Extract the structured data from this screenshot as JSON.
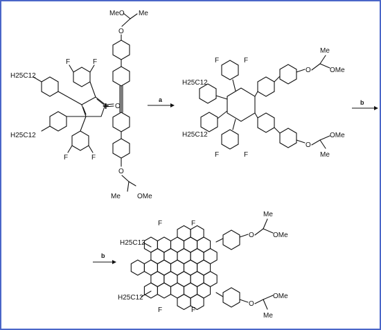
{
  "frame_color": "#4a66c8",
  "reactant1": {
    "alkyl_labels": [
      "H25C12",
      "H25C12"
    ],
    "fluorine_labels": [
      "F",
      "F",
      "F",
      "F"
    ],
    "carbonyl": "O"
  },
  "plus_sign": "+",
  "reactant2": {
    "top_chain": [
      "MeO",
      "Me"
    ],
    "bottom_chain": [
      "Me",
      "OMe"
    ],
    "ether_labels": [
      "O",
      "O"
    ]
  },
  "step1": {
    "label": "a"
  },
  "intermediate": {
    "alkyl_labels": [
      "H25C12",
      "H25C12"
    ],
    "fluorine_labels": [
      "F",
      "F",
      "F",
      "F"
    ],
    "ether_labels": [
      "O",
      "O"
    ],
    "chain_labels": [
      "Me",
      "OMe",
      "Me",
      "OMe"
    ]
  },
  "step2": {
    "label": "b"
  },
  "step3": {
    "label": "b"
  },
  "product": {
    "alkyl_labels": [
      "H25C12",
      "H25C12"
    ],
    "fluorine_labels": [
      "F",
      "F",
      "F",
      "F"
    ],
    "ether_labels": [
      "O",
      "O"
    ],
    "chain_labels": [
      "Me",
      "OMe",
      "Me",
      "OMe"
    ]
  }
}
